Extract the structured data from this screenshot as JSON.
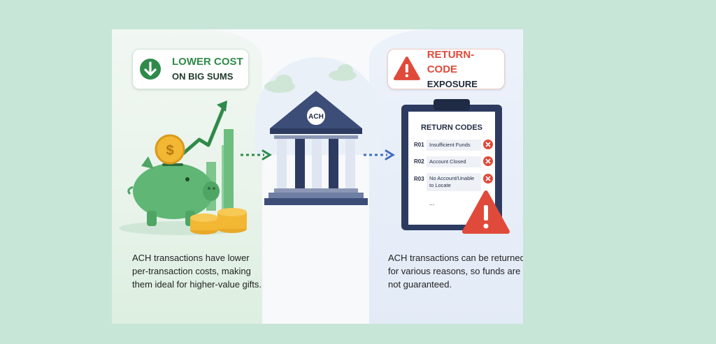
{
  "left": {
    "badge": {
      "line1": "LOWER COST",
      "line2": "ON BIG SUMS",
      "icon": "arrow-down-icon",
      "color": "#2f8a4a"
    },
    "description": "ACH transactions have lower per-transaction costs, making them ideal for higher-value gifts.",
    "coin_symbol": "$"
  },
  "center": {
    "bank_label": "ACH"
  },
  "right": {
    "badge": {
      "line1": "RETURN-CODE",
      "line2": "EXPOSURE",
      "icon": "warning-icon",
      "color": "#e04a3a"
    },
    "description": "ACH transactions can be returned for various reasons, so funds are not guaranteed.",
    "clipboard": {
      "title": "RETURN CODES",
      "rows": [
        {
          "code": "R01",
          "text": "Insufficient Funds"
        },
        {
          "code": "R02",
          "text": "Account Closed"
        },
        {
          "code": "R03",
          "text": "No Account/Unable",
          "text2": "to Locate"
        }
      ],
      "ellipsis": "..."
    }
  }
}
